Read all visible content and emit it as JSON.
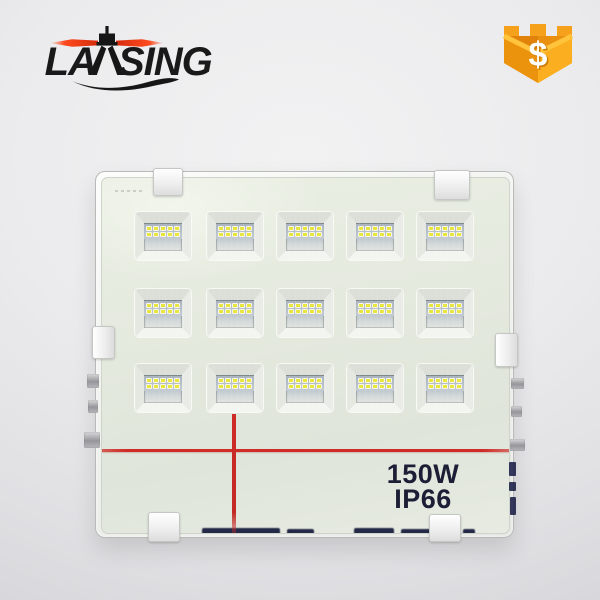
{
  "brand": {
    "name": "LAASING",
    "part1": "LA",
    "part2": "SING"
  },
  "badge": {
    "symbol": "$"
  },
  "product_label": {
    "wattage": "150W",
    "ip_rating": "IP66"
  },
  "floodlight": {
    "led_grid": {
      "rows": 3,
      "cols": 5,
      "modules": 15,
      "chip_rows": 2,
      "chip_cols": 5,
      "chips_per_module": 10
    }
  },
  "colors": {
    "beacon_red": "#ff3a14",
    "badge_gold": "#f6a11b",
    "laser_red": "#cf2b27",
    "chip_yellow": "#e8e53e",
    "label_navy": "#1b1e35",
    "glass_green": "#e5eadf"
  }
}
